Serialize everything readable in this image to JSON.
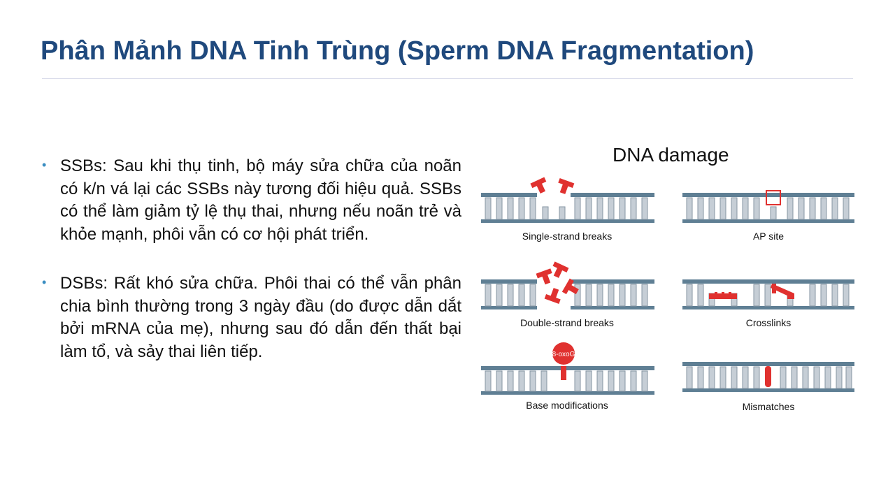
{
  "slide": {
    "title": "Phân Mảnh DNA Tinh Trùng (Sperm DNA Fragmentation)"
  },
  "bullets": [
    {
      "text": "SSBs: Sau khi thụ tinh, bộ máy sửa chữa của noãn có k/n vá lại các SSBs này tương đối hiệu quả. SSBs có thể làm giảm tỷ lệ thụ thai, nhưng nếu noãn trẻ và khỏe mạnh, phôi vẫn có cơ hội phát triển."
    },
    {
      "text": "DSBs: Rất khó sửa chữa. Phôi thai có thể vẫn phân chia bình thường trong 3 ngày đầu (do được dẫn dắt bởi mRNA của mẹ), nhưng sau đó dẫn đến thất bại làm tổ, và sảy thai liên tiếp."
    }
  ],
  "figure": {
    "title": "DNA damage",
    "panels": [
      {
        "caption": "Single-strand breaks"
      },
      {
        "caption": "AP site"
      },
      {
        "caption": "Double-strand breaks"
      },
      {
        "caption": "Crosslinks"
      },
      {
        "caption": "Base modifications",
        "badge": "8-oxoG"
      },
      {
        "caption": "Mismatches"
      }
    ]
  },
  "colors": {
    "title": "#1f497d",
    "bullet_dot": "#3a8dc1",
    "strand": "#5f7f94",
    "base": "#c6ced6",
    "damage": "#e0312f"
  }
}
